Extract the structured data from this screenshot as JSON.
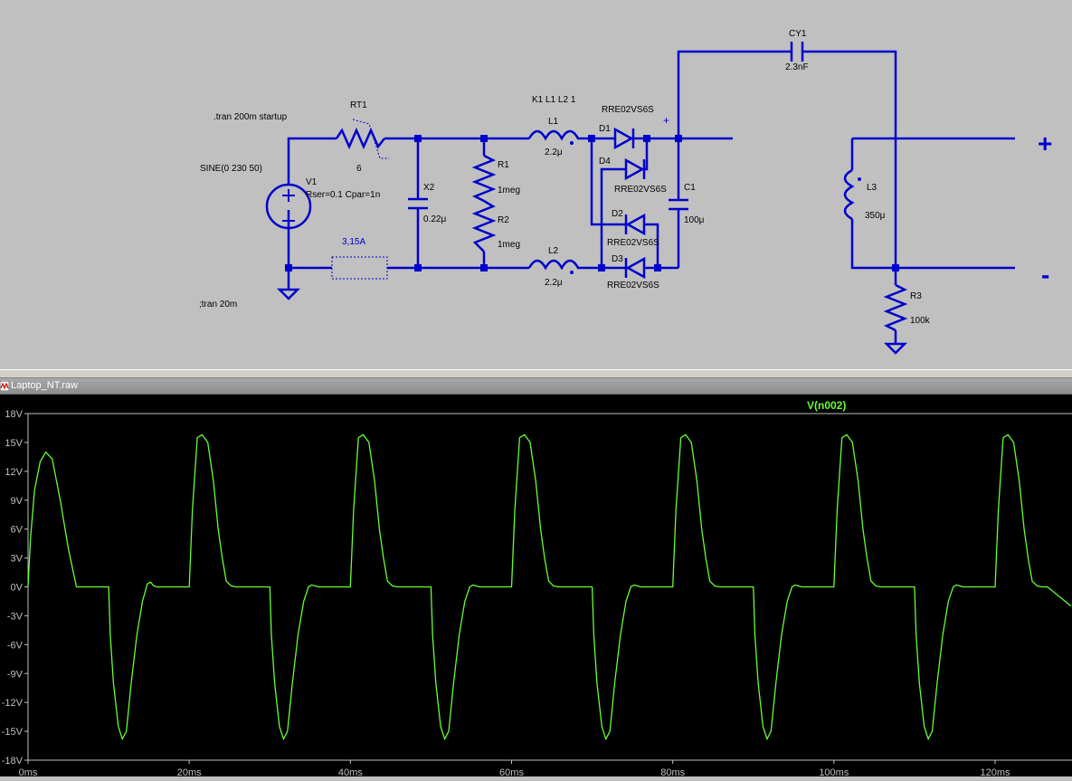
{
  "schematic": {
    "directives": {
      "tran_startup": ".tran 200m startup",
      "sine": "SINE(0 230 50)",
      "tran_comment": ";tran 20m",
      "coupling": "K1 L1 L2 1"
    },
    "components": {
      "rt1_name": "RT1",
      "rt1_value": "6",
      "v1_name": "V1",
      "v1_params": "Rser=0.1 Cpar=1n",
      "fuse_label": "3,15A",
      "x2_name": "X2",
      "x2_value": "0.22μ",
      "r1_name": "R1",
      "r1_value": "1meg",
      "r2_name": "R2",
      "r2_value": "1meg",
      "l1_name": "L1",
      "l1_value": "2.2μ",
      "l2_name": "L2",
      "l2_value": "2.2μ",
      "d1_name": "D1",
      "d1_model": "RRE02VS6S",
      "d4_name": "D4",
      "d4_model": "RRE02VS6S",
      "d2_name": "D2",
      "d2_model": "RRE02VS6S",
      "d3_name": "D3",
      "d3_model": "RRE02VS6S",
      "c1_name": "C1",
      "c1_value": "100μ",
      "cy1_name": "CY1",
      "cy1_value": "2.3nF",
      "l3_name": "L3",
      "l3_value": "350μ",
      "r3_name": "R3",
      "r3_value": "100k",
      "plus_small": "+",
      "out_plus": "+",
      "out_minus": "-"
    },
    "colors": {
      "wire": "#0000cc",
      "background": "#c0c0c0"
    }
  },
  "plot_window": {
    "title": "Laptop_NT.raw"
  },
  "chart_data": {
    "type": "line",
    "trace_name": "V(n002)",
    "y_ticks": [
      "18V",
      "15V",
      "12V",
      "9V",
      "6V",
      "3V",
      "0V",
      "-3V",
      "-6V",
      "-9V",
      "-12V",
      "-15V",
      "-18V"
    ],
    "x_ticks": [
      "0ms",
      "20ms",
      "40ms",
      "60ms",
      "80ms",
      "100ms",
      "120ms"
    ],
    "ylim": [
      -18,
      18
    ],
    "xlim": [
      0,
      130
    ],
    "grid": false,
    "colors": {
      "trace": "#66ff33",
      "axis": "#c0c0c0",
      "background": "#000000"
    },
    "series": [
      {
        "x": [
          0,
          0.3,
          0.8,
          1.5,
          2.2,
          3.0,
          4.0,
          5.0,
          6.0,
          10.0,
          10.2,
          10.6,
          11.2,
          11.7,
          12.2,
          12.8,
          13.5,
          14.2,
          14.8,
          15.2,
          15.6,
          16,
          20,
          20.4,
          21,
          21.6,
          22.3,
          23,
          23.6,
          24.1,
          24.6,
          25.2,
          25.8,
          26.5,
          30,
          30.2,
          30.6,
          31.2,
          31.7,
          32.2,
          32.8,
          33.5,
          34.2,
          34.8,
          35.2,
          35.6,
          36,
          40,
          40.4,
          41,
          41.6,
          42.3,
          43,
          43.6,
          44.1,
          44.6,
          45.2,
          45.8,
          46.5,
          50,
          50.2,
          50.6,
          51.2,
          51.7,
          52.2,
          52.8,
          53.5,
          54.2,
          54.8,
          55.2,
          55.6,
          56,
          60,
          60.4,
          61,
          61.6,
          62.3,
          63,
          63.6,
          64.1,
          64.6,
          65.2,
          65.8,
          66.5,
          70,
          70.2,
          70.6,
          71.2,
          71.7,
          72.2,
          72.8,
          73.5,
          74.2,
          74.8,
          75.2,
          75.6,
          76,
          80,
          80.4,
          81,
          81.6,
          82.3,
          83,
          83.6,
          84.1,
          84.6,
          85.2,
          85.8,
          86.5,
          90,
          90.2,
          90.6,
          91.2,
          91.7,
          92.2,
          92.8,
          93.5,
          94.2,
          94.8,
          95.2,
          95.6,
          96,
          100,
          100.4,
          101,
          101.6,
          102.3,
          103,
          103.6,
          104.1,
          104.6,
          105.2,
          105.8,
          106.5,
          110,
          110.2,
          110.6,
          111.2,
          111.7,
          112.2,
          112.8,
          113.5,
          114.2,
          114.8,
          115.2,
          115.6,
          116,
          120,
          120.4,
          121,
          121.6,
          122.3,
          123,
          123.6,
          124.1,
          124.6,
          125.2,
          125.8,
          126.5,
          130
        ],
        "y": [
          0,
          5,
          10,
          13,
          14,
          13.3,
          9,
          4,
          0,
          0,
          -5,
          -10,
          -14.5,
          -15.8,
          -15,
          -10,
          -5,
          -1.5,
          0.3,
          0.5,
          0.1,
          0,
          0,
          8,
          15.5,
          15.8,
          15,
          11,
          6,
          3,
          0.6,
          0.1,
          0,
          0,
          0,
          -5,
          -10,
          -14.5,
          -15.8,
          -15,
          -10,
          -5,
          -1.5,
          0,
          0.2,
          0.1,
          0,
          0,
          8,
          15.5,
          15.8,
          15,
          11,
          6,
          3,
          0.6,
          0.1,
          0,
          0,
          0,
          -5,
          -10,
          -14.5,
          -15.8,
          -15,
          -10,
          -5,
          -1.5,
          0,
          0.2,
          0.1,
          0,
          0,
          8,
          15.5,
          15.8,
          15,
          11,
          6,
          3,
          0.6,
          0.1,
          0,
          0,
          0,
          -5,
          -10,
          -14.5,
          -15.8,
          -15,
          -10,
          -5,
          -1.5,
          0,
          0.2,
          0.1,
          0,
          0,
          8,
          15.5,
          15.8,
          15,
          11,
          6,
          3,
          0.6,
          0.1,
          0,
          0,
          0,
          -5,
          -10,
          -14.5,
          -15.8,
          -15,
          -10,
          -5,
          -1.5,
          0,
          0.2,
          0.1,
          0,
          0,
          8,
          15.5,
          15.8,
          15,
          11,
          6,
          3,
          0.6,
          0.1,
          0,
          0,
          0,
          -5,
          -10,
          -14.5,
          -15.8,
          -15,
          -10,
          -5,
          -1.5,
          0,
          0.2,
          0.1,
          0,
          0,
          8,
          15.5,
          15.8,
          15,
          11,
          6,
          3,
          0.6,
          0.1,
          0,
          0,
          -2
        ]
      }
    ]
  }
}
